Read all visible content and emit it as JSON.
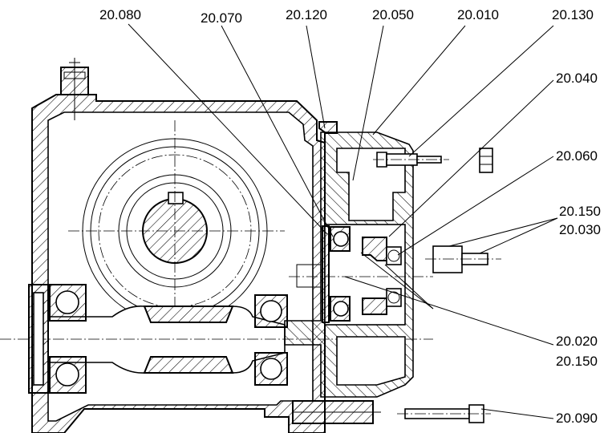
{
  "part_labels": {
    "top": [
      "20.080",
      "20.070",
      "20.120",
      "20.050",
      "20.010",
      "20.130"
    ],
    "right": [
      "20.040",
      "20.060",
      "20.150",
      "20.030",
      "20.020",
      "20.150",
      "20.090"
    ]
  },
  "colors": {
    "line": "#000000",
    "background": "#ffffff"
  }
}
